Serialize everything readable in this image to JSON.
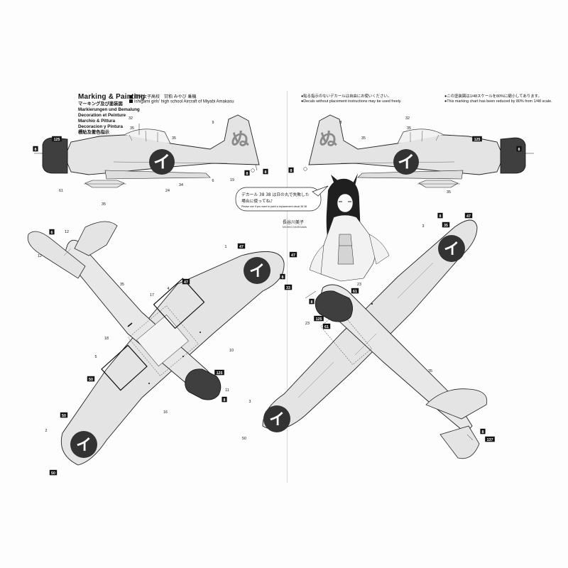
{
  "header": {
    "title": "Marking & Painting",
    "languages": [
      "マーキング及び塗装図",
      "Markierungen und Bemalung",
      "Decoration et Peinture",
      "Marchio & Pittura",
      "Decoracion y Pintura",
      "標貼及著色指示"
    ],
    "aircraft_jp": "石神女子高校　甘粕 みやび 乗機",
    "aircraft_en": "Ishigami girls' high school Aircraft of Miyabi Amakasu",
    "note_left_jp": "●貼る指示のないデカールは自由にお使いください。",
    "note_left_en": "●Decals without placement instructions may be used freely.",
    "note_right_jp": "●この塗装図は1/48スケールを80%に縮小してあります。",
    "note_right_en": "●This marking chart has been reduced by 80% from 1/48 scale."
  },
  "speech_bubble": {
    "line1": "デカール 38 38 は日の丸で失敗した",
    "line2": "場合に使ってね♪",
    "line3": "Please use if you want to paint a replacement decal 38 38"
  },
  "character": {
    "name_jp": "長谷川美子",
    "name_en": "MICHIKO HASEGAWA"
  },
  "insignia": {
    "side_kana": "イ",
    "wing_kana": "イ",
    "tail_kana": "ぬ"
  },
  "callouts": {
    "side_left": [
      "8",
      "125",
      "61",
      "35",
      "32",
      "35",
      "35",
      "9",
      "6",
      "19",
      "24",
      "34",
      "8",
      "8"
    ],
    "side_right": [
      "8",
      "35",
      "32",
      "35",
      "125",
      "8",
      "35",
      "8"
    ],
    "bottom_view": [
      "6",
      "12",
      "12",
      "35",
      "17",
      "4",
      "47",
      "1",
      "47",
      "47",
      "8",
      "33",
      "10",
      "18",
      "5",
      "50",
      "50",
      "2",
      "50",
      "16",
      "125",
      "8",
      "11"
    ],
    "top_view": [
      "8",
      "47",
      "35",
      "3",
      "61",
      "23",
      "8",
      "125",
      "61",
      "23",
      "35",
      "3",
      "50",
      "8",
      "137"
    ]
  },
  "colors": {
    "aircraft_fill": "#e4e4e4",
    "cowling": "#3f3f3f",
    "hinomaru": "#333333",
    "ink": "#111111"
  }
}
